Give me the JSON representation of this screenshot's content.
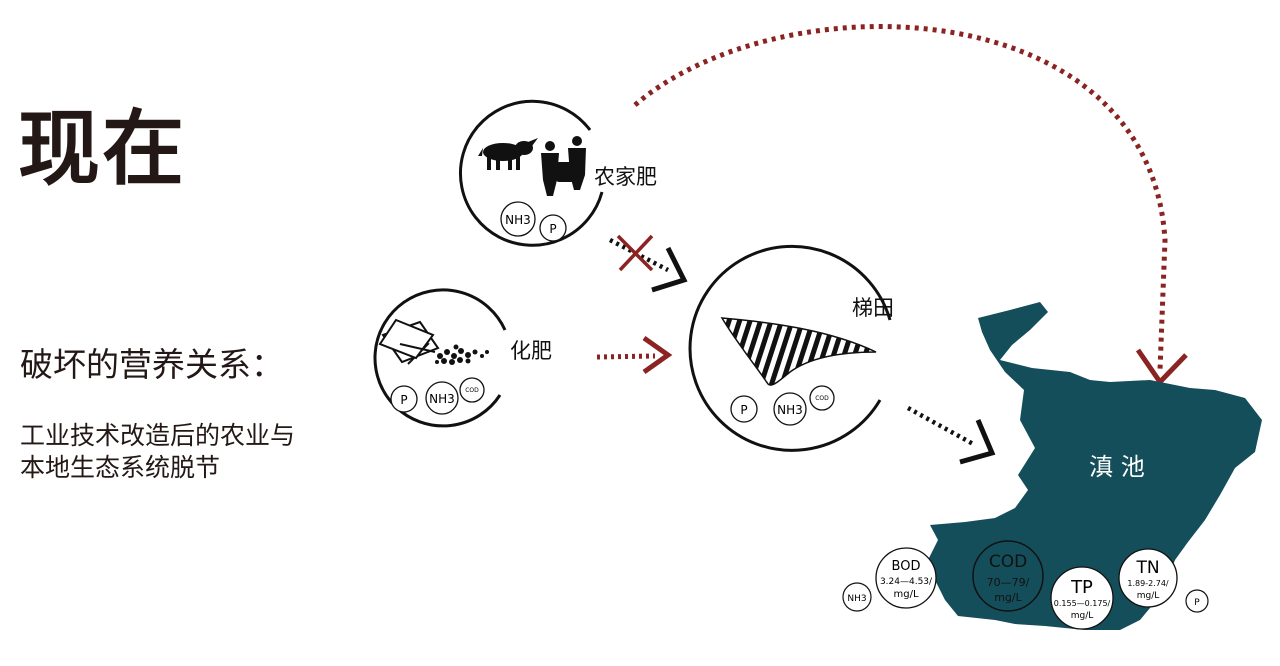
{
  "title": "现在",
  "subtitle": "破坏的营养关系：",
  "description": [
    "工业技术改造后的农业与",
    "本地生态系统脱节"
  ],
  "nodes": {
    "manure": {
      "label": "农家肥",
      "tags": [
        "NH3",
        "P"
      ]
    },
    "fertilizer": {
      "label": "化肥",
      "tags": [
        "P",
        "NH3",
        "COD"
      ]
    },
    "terrace": {
      "label": "梯田",
      "tags": [
        "P",
        "NH3",
        "COD"
      ]
    },
    "lake": {
      "label": "滇 池"
    }
  },
  "pollutants": [
    {
      "name": "NH3"
    },
    {
      "name": "BOD",
      "range": "3.24—4.53/",
      "unit": "mg/L"
    },
    {
      "name": "COD",
      "range": "70—79/",
      "unit": "mg/L"
    },
    {
      "name": "TP",
      "range": "0.155—0.175/",
      "unit": "mg/L"
    },
    {
      "name": "TN",
      "range": "1.89-2.74/",
      "unit": "mg/L"
    },
    {
      "name": "P"
    }
  ],
  "colors": {
    "dark_red": "#8b2323",
    "lake_teal": "#154e5b",
    "black": "#111111"
  }
}
